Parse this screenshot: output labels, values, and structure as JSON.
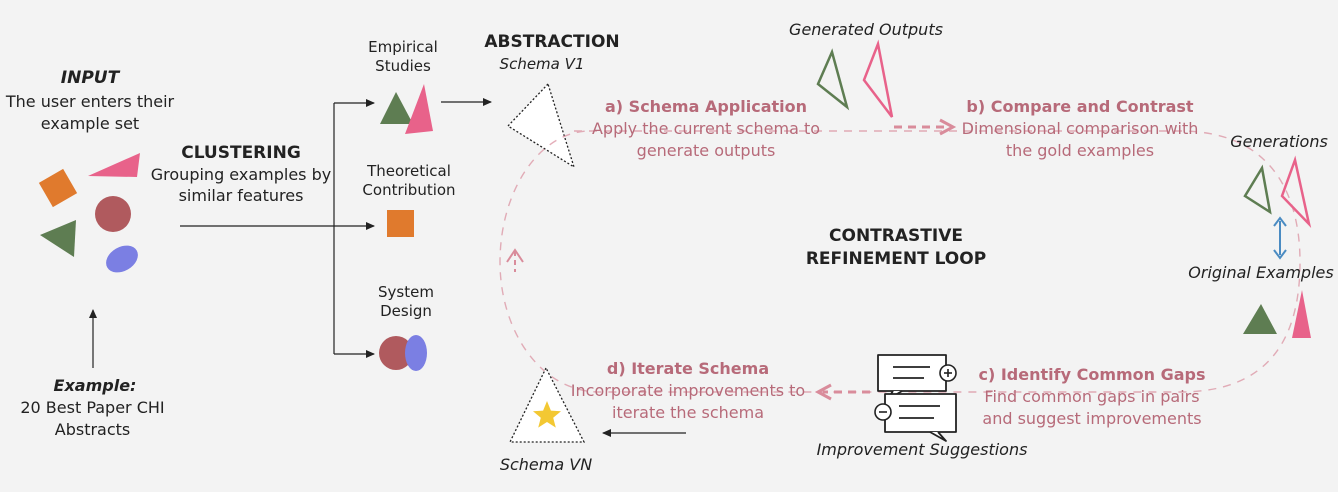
{
  "colors": {
    "background": "#f3f3f3",
    "accent_pink": "#b76a79",
    "dashed_pink": "#d98c9b",
    "orange": "#e07a2d",
    "pink": "#e8628a",
    "green": "#5e7d52",
    "maroon": "#b05a5e",
    "periwinkle": "#7b7fe3",
    "yellow_star": "#f3c833",
    "blue_arrow": "#4a8bc2"
  },
  "input": {
    "title": "INPUT",
    "desc_line1": "The user enters their",
    "desc_line2": "example set"
  },
  "example": {
    "title": "Example:",
    "line1": "20 Best Paper  CHI",
    "line2": "Abstracts"
  },
  "clustering": {
    "title": "CLUSTERING",
    "line1": "Grouping examples by",
    "line2": "similar features"
  },
  "clusters": {
    "empirical_line1": "Empirical",
    "empirical_line2": "Studies",
    "theoretical_line1": "Theoretical",
    "theoretical_line2": "Contribution",
    "system_line1": "System",
    "system_line2": "Design"
  },
  "abstraction": {
    "title": "ABSTRACTION",
    "schema_v1": "Schema V1"
  },
  "loop": {
    "title_line1": "CONTRASTIVE",
    "title_line2": "REFINEMENT LOOP"
  },
  "step_a": {
    "title": "a)  Schema Application",
    "line1": "Apply the current schema to",
    "line2": "generate outputs"
  },
  "step_b": {
    "title": "b)  Compare and Contrast",
    "line1": "Dimensional comparison with",
    "line2": "the gold examples"
  },
  "step_c": {
    "title": "c) Identify Common Gaps",
    "line1": "Find common gaps in pairs",
    "line2": "and suggest improvements"
  },
  "step_d": {
    "title": "d) Iterate Schema",
    "line1": "Incorporate improvements to",
    "line2": "iterate the schema"
  },
  "labels": {
    "generated_outputs": "Generated Outputs",
    "generations": "Generations",
    "original_examples": "Original Examples",
    "improvement_suggestions": "Improvement Suggestions",
    "schema_vn": "Schema VN"
  }
}
